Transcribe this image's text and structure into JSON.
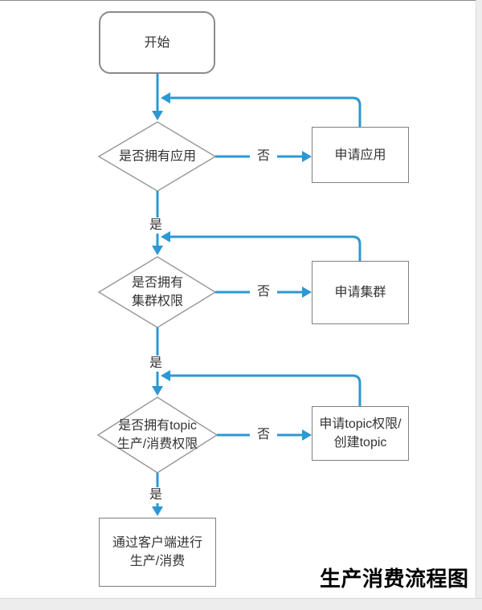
{
  "title": "生产消费流程图",
  "edge_labels": {
    "yes": "是",
    "no": "否"
  },
  "nodes": {
    "start": "开始",
    "decision_app": "是否拥有应用",
    "apply_app": "申请应用",
    "decision_cluster": "是否拥有\n集群权限",
    "apply_cluster": "申请集群",
    "decision_topic": "是否拥有topic\n生产/消费权限",
    "apply_topic": "申请topic权限/\n创建topic",
    "client": "通过客户端进行\n生产/消费"
  },
  "colors": {
    "connector": "#2C98D4",
    "diamond_border": "#9b9b9b",
    "rect_border": "#7f7f7f",
    "text": "#333333",
    "title_text": "#000000"
  }
}
